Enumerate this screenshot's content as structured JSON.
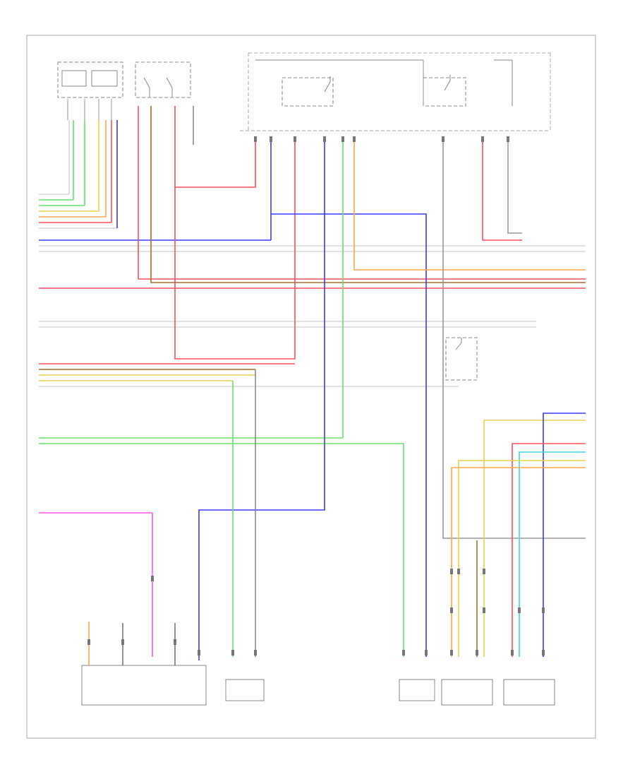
{
  "diagram": {
    "page_number": "",
    "components": [
      {
        "id": "switch-left",
        "label": ""
      },
      {
        "id": "switch-mid",
        "label": ""
      },
      {
        "id": "relay-box",
        "label": ""
      },
      {
        "id": "fuel-relay",
        "label": ""
      },
      {
        "id": "main-relay",
        "label": ""
      },
      {
        "id": "fuel-sending-unit",
        "label": ""
      },
      {
        "id": "canister-valve",
        "label": ""
      },
      {
        "id": "fuel-pump",
        "label": ""
      },
      {
        "id": "sensor-right-1",
        "label": ""
      },
      {
        "id": "sensor-right-2",
        "label": ""
      }
    ],
    "wire_colors": {
      "red": "#ff4d5e",
      "blue": "#3a3aff",
      "green": "#6adf6a",
      "orange": "#ffa64d",
      "yellow": "#e9d34a",
      "brown": "#a6702a",
      "pink": "#ff55ee",
      "cyan": "#3fd5e8",
      "gray": "#9a9a9a",
      "light": "#d8d8d8"
    }
  }
}
